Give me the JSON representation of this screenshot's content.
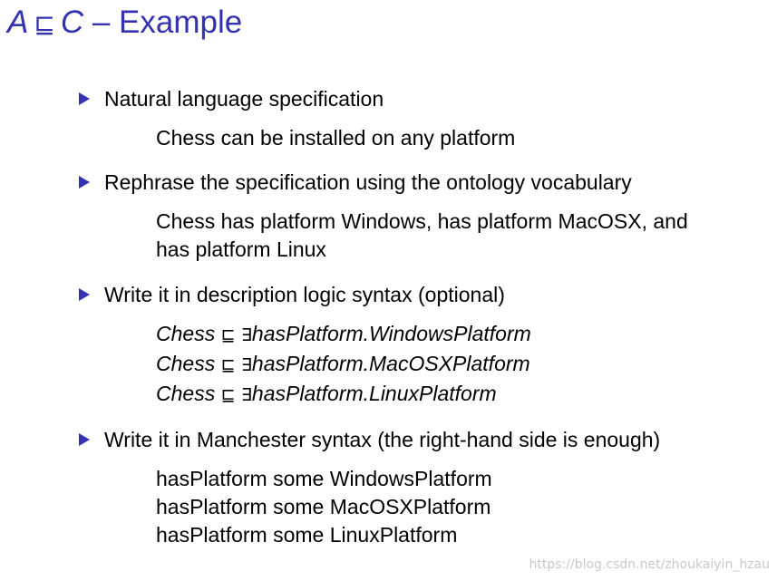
{
  "title": {
    "left": "A",
    "symbol": "⊑",
    "right": "C",
    "rest": " – Example"
  },
  "bullets": [
    {
      "heading": "Natural language specification",
      "lines": [
        "Chess can be installed on any platform"
      ]
    },
    {
      "heading": "Rephrase the specification using the ontology vocabulary",
      "lines": [
        "Chess has platform Windows, has platform MacOSX, and",
        "has platform Linux"
      ]
    },
    {
      "heading": "Write it in description logic syntax (optional)",
      "formulas": [
        {
          "lhs": "Chess",
          "op": "⊑",
          "quant": "∃",
          "rhs": "hasPlatform.WindowsPlatform"
        },
        {
          "lhs": "Chess",
          "op": "⊑",
          "quant": "∃",
          "rhs": "hasPlatform.MacOSXPlatform"
        },
        {
          "lhs": "Chess",
          "op": "⊑",
          "quant": "∃",
          "rhs": "hasPlatform.LinuxPlatform"
        }
      ]
    },
    {
      "heading": "Write it in Manchester syntax (the right-hand side is enough)",
      "lines": [
        "hasPlatform some WindowsPlatform",
        "hasPlatform some MacOSXPlatform",
        "hasPlatform some LinuxPlatform"
      ]
    }
  ],
  "watermark": "https://blog.csdn.net/zhoukaiyin_hzau",
  "colors": {
    "title": "#3333b2",
    "bullet_marker": "#3333b2",
    "watermark": "#c9c9c9"
  }
}
